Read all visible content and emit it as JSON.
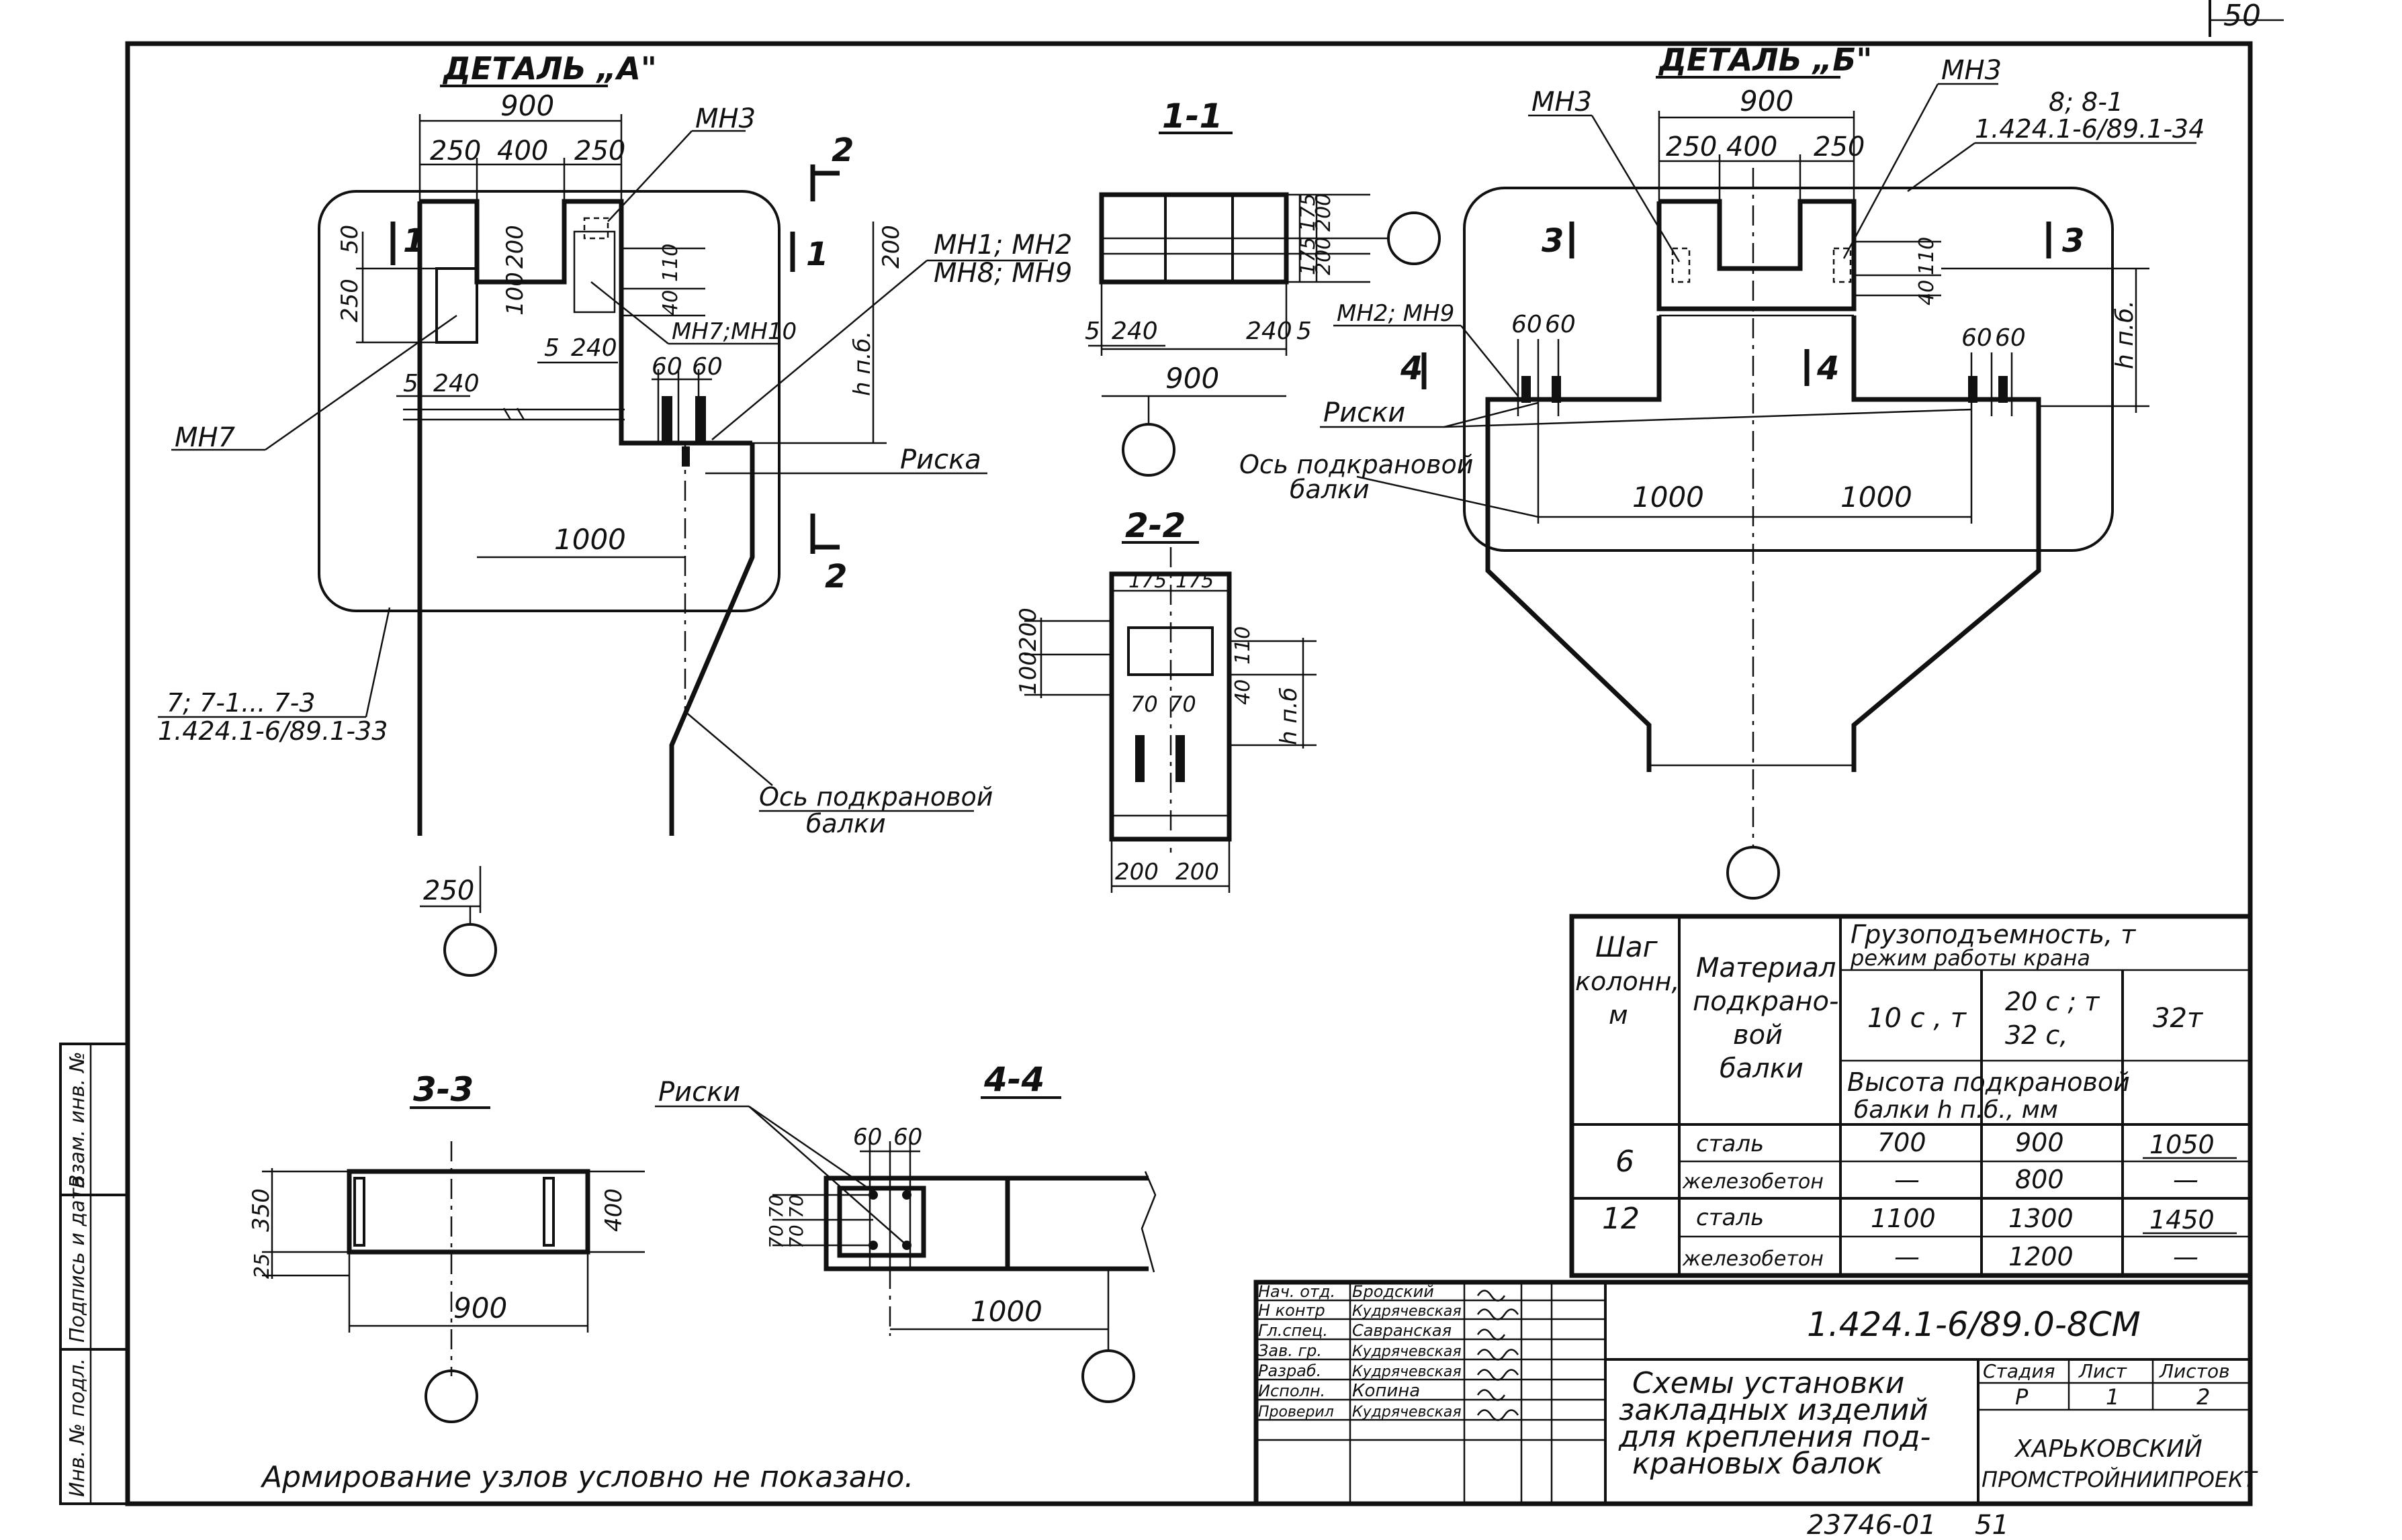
{
  "sheet_number": "50",
  "archive_number": "23746-01",
  "archive_page": "51",
  "detail_a": {
    "title": "ДЕТАЛЬ „А\"",
    "dim_total": "900",
    "dim_left": "250",
    "dim_mid": "400",
    "dim_right": "250",
    "dim_200": "200",
    "dim_100": "100",
    "dim_110": "110",
    "dim_40": "40",
    "dim_250_50_a": "250",
    "dim_250_50_b": "50",
    "dim_5a": "5",
    "dim_240a": "240",
    "dim_5b": "5",
    "dim_240b": "240",
    "dim_60a": "60",
    "dim_60b": "60",
    "dim_200r": "200",
    "dim_hpb": "h п.б.",
    "dim_1000": "1000",
    "dim_250b": "250",
    "label_mn3": "МН3",
    "label_mn7": "МН7",
    "label_mn7_mn10": "МН7;МН10",
    "label_mn1_mn2": "МН1; МН2",
    "label_mn8_mn9": "МН8; МН9",
    "label_riska": "Риска",
    "label_col_1": "7; 7-1... 7-3",
    "label_col_2": "1.424.1-6/89.1-33",
    "label_axis_1": "Ось подкрановой",
    "label_axis_2": "балки",
    "section_1": "1",
    "section_2": "2"
  },
  "section_1_1": {
    "title": "1-1",
    "dim_175": "175",
    "dim_175b": "175",
    "dim_200": "200",
    "dim_200b": "200",
    "dim_5": "5",
    "dim_240": "240",
    "dim_240b": "240",
    "dim_5b": "5",
    "dim_900": "900"
  },
  "section_2_2": {
    "title": "2-2",
    "dim_175": "175",
    "dim_175b": "175",
    "dim_200": "200",
    "dim_100": "100",
    "dim_110": "110",
    "dim_40": "40",
    "dim_70": "70",
    "dim_70b": "70",
    "dim_hpb": "h п.б",
    "dim_200a": "200",
    "dim_200c": "200"
  },
  "detail_b": {
    "title": "ДЕТАЛЬ „Б\"",
    "dim_900": "900",
    "dim_250": "250",
    "dim_400": "400",
    "dim_250b": "250",
    "dim_110": "110",
    "dim_40": "40",
    "dim_60a": "60",
    "dim_60b": "60",
    "dim_60c": "60",
    "dim_60d": "60",
    "dim_hpb": "h п.б.",
    "dim_1000a": "1000",
    "dim_1000b": "1000",
    "label_mn3_l": "МН3",
    "label_mn3_r": "МН3",
    "label_mn2_mn9": "МН2; МН9",
    "label_ref_1": "8; 8-1",
    "label_ref_2": "1.424.1-6/89.1-34",
    "label_riski": "Риски",
    "label_axis_1": "Ось подкрановой",
    "label_axis_2": "балки",
    "section_3": "3",
    "section_3b": "3",
    "section_4": "4",
    "section_4b": "4"
  },
  "section_3_3": {
    "title": "3-3",
    "dim_350": "350",
    "dim_25": "25",
    "dim_400": "400",
    "dim_900": "900"
  },
  "section_4_4": {
    "title": "4-4",
    "label_riski": "Риски",
    "dim_60a": "60",
    "dim_60b": "60",
    "dim_70a": "70",
    "dim_70b": "70",
    "dim_70c": "70",
    "dim_70d": "70",
    "dim_1000": "1000"
  },
  "note": "Армирование узлов условно не показано.",
  "table": {
    "col1_header": [
      "Шаг",
      "колонн,",
      "м"
    ],
    "col2_header": [
      "Материал",
      "подкрано-",
      "вой",
      "балки"
    ],
    "group_header": [
      "Грузоподъемность, т",
      "режим работы крана"
    ],
    "sub_headers": [
      [
        "10 с , т"
      ],
      [
        "20 с ; т",
        "32 с,"
      ],
      [
        "32т"
      ]
    ],
    "height_header": [
      "Высота подкрановой",
      "балки h п.б., мм"
    ],
    "rows": [
      {
        "step": "6",
        "material": "сталь",
        "v1": "700",
        "v2": "900",
        "v3": "1050"
      },
      {
        "step": "",
        "material": "железобетон",
        "v1": "—",
        "v2": "800",
        "v3": "—"
      },
      {
        "step": "12",
        "material": "сталь",
        "v1": "1100",
        "v2": "1300",
        "v3": "1450"
      },
      {
        "step": "",
        "material": "железобетон",
        "v1": "—",
        "v2": "1200",
        "v3": "—"
      }
    ]
  },
  "title_block": {
    "code": "1.424.1-6/89.0-8СМ",
    "title_lines": [
      "Схемы установки",
      "закладных изделий",
      "для крепления под-",
      "крановых балок"
    ],
    "stage_header": "Стадия",
    "sheet_header": "Лист",
    "sheets_header": "Листов",
    "stage_value": "Р",
    "sheet_value": "1",
    "sheets_value": "2",
    "org_line1": "ХАРЬКОВСКИЙ",
    "org_line2": "ПРОМСТРОЙНИИПРОЕКТ",
    "roles": [
      {
        "role": "Нач. отд.",
        "name": "Бродский"
      },
      {
        "role": "Н контр",
        "name": "Кудрячевская"
      },
      {
        "role": "Гл.спец.",
        "name": "Савранская"
      },
      {
        "role": "Зав. гр.",
        "name": "Кудрячевская"
      },
      {
        "role": "Разраб.",
        "name": "Кудрячевская"
      },
      {
        "role": "Исполн.",
        "name": "Копина"
      },
      {
        "role": "Проверил",
        "name": "Кудрячевская"
      }
    ]
  },
  "side_stamp": [
    "Инв. № подл.",
    "Подпись и дата",
    "Взам. инв. №"
  ]
}
